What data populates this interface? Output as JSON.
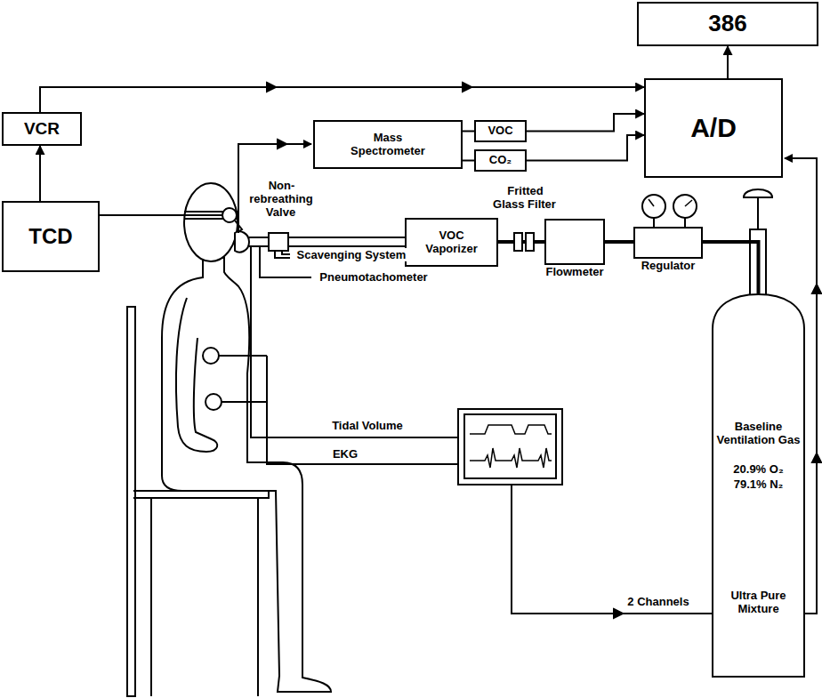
{
  "diagram": {
    "nodes": [
      {
        "text": [
          "386"
        ]
      },
      {
        "text": [
          "A/D"
        ]
      },
      {
        "text": [
          "VCR"
        ]
      },
      {
        "text": [
          "TCD"
        ]
      },
      {
        "text": [
          "Mass Spectrometer"
        ]
      },
      {
        "text": [
          "VOC"
        ]
      },
      {
        "text": [
          "CO₂"
        ]
      },
      {
        "text": [
          "VOC Vaporizer"
        ]
      },
      {
        "text": [
          "Flowmeter"
        ]
      },
      {
        "text": [
          "Regulator"
        ]
      },
      {
        "text": [
          "Baseline Ventilation Gas",
          "20.9% O₂",
          "79.1% N₂",
          "Ultra Pure Mixture"
        ]
      }
    ],
    "edges": [
      {
        "from": 1,
        "to": 0,
        "arrow": "to"
      },
      {
        "from": 3,
        "to": 2,
        "arrow": "to"
      },
      {
        "from": 2,
        "to": 1,
        "arrow": "to"
      },
      {
        "from": 4,
        "to": 5,
        "arrow": "none"
      },
      {
        "from": 4,
        "to": 6,
        "arrow": "none"
      },
      {
        "from": 5,
        "to": 1,
        "arrow": "to"
      },
      {
        "from": 6,
        "to": 1,
        "arrow": "to"
      },
      {
        "from": 10,
        "to": 9,
        "arrow": "none"
      },
      {
        "from": 9,
        "to": 8,
        "arrow": "none"
      },
      {
        "from": 8,
        "to": 7,
        "arrow": "none"
      }
    ],
    "labels": [
      "Non-rebreathing Valve",
      "Fritted Glass Filter",
      "Scavenging System",
      "Pneumotachometer",
      "Tidal Volume",
      "EKG",
      "2 Channels"
    ]
  }
}
